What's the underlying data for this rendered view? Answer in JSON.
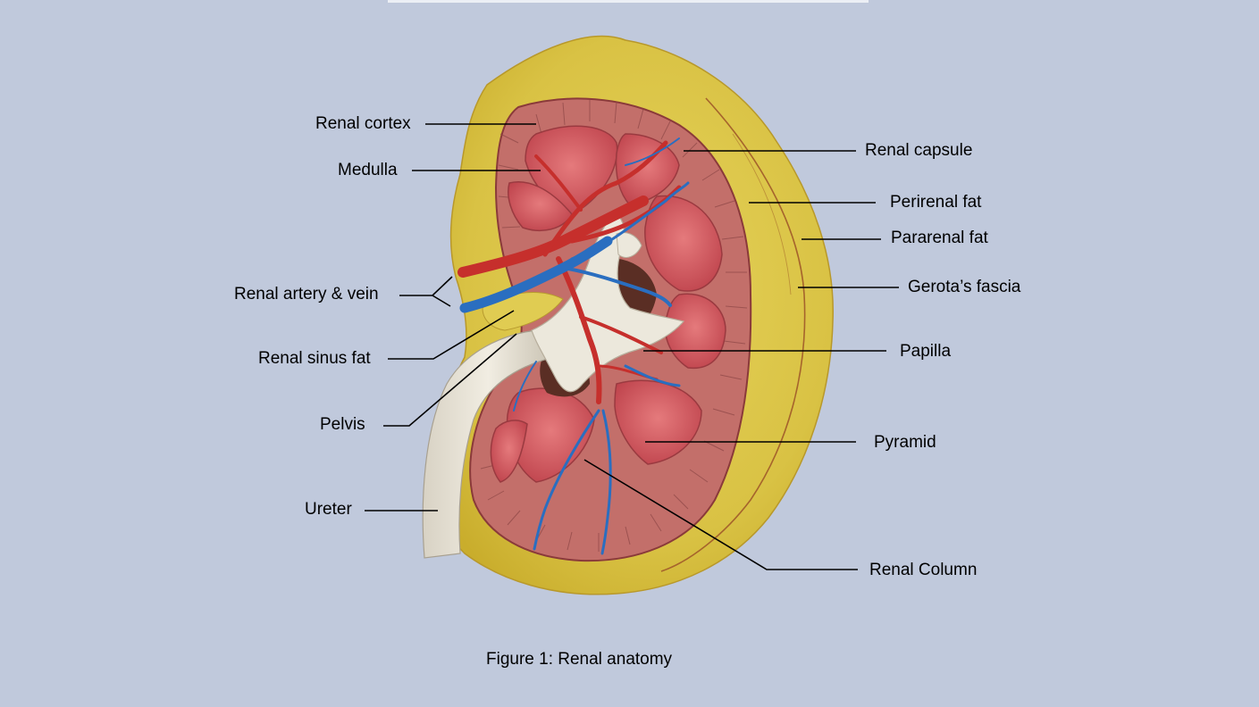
{
  "figure": {
    "caption": "Figure 1: Renal anatomy"
  },
  "labels": {
    "renal_cortex": "Renal cortex",
    "medulla": "Medulla",
    "renal_artery_vein": "Renal artery & vein",
    "renal_sinus_fat": "Renal sinus fat",
    "pelvis": "Pelvis",
    "ureter": "Ureter",
    "renal_capsule": "Renal capsule",
    "perirenal_fat": "Perirenal fat",
    "pararenal_fat": "Pararenal fat",
    "gerotas_fascia": "Gerota’s fascia",
    "papilla": "Papilla",
    "pyramid": "Pyramid",
    "renal_column": "Renal Column"
  },
  "colors": {
    "background": "#c0c9dc",
    "fat": "#d9c447",
    "cortex": "#c06a66",
    "pyramid": "#cf4f57",
    "artery": "#c62f2c",
    "vein": "#2a6ec0",
    "pelvis": "#ece8dc"
  }
}
